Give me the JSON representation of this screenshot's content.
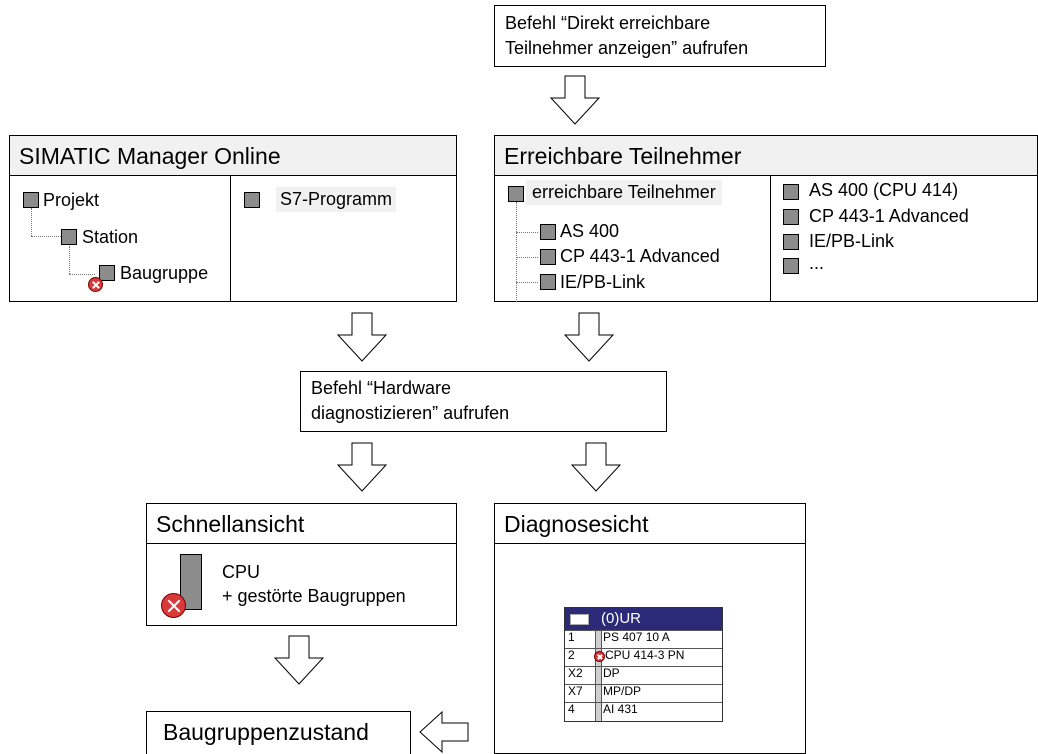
{
  "top_command": {
    "line1": "Befehl “Direkt erreichbare",
    "line2": "Teilnehmer anzeigen” aufrufen"
  },
  "simatic": {
    "title": "SIMATIC Manager Online",
    "tree": [
      "Projekt",
      "Station",
      "Baugruppe"
    ],
    "right": "S7-Programm"
  },
  "erreichbar": {
    "title": "Erreichbare Teilnehmer",
    "tree_root": "erreichbare Teilnehmer",
    "tree_items": [
      "AS 400",
      "CP 443-1 Advanced",
      "IE/PB-Link"
    ],
    "list": [
      "AS 400 (CPU 414)",
      "CP 443-1 Advanced",
      "IE/PB-Link",
      "..."
    ]
  },
  "mid_command": {
    "line1": "Befehl “Hardware",
    "line2": "diagnostizieren” aufrufen"
  },
  "schnell": {
    "title": "Schnellansicht",
    "cpu": "CPU",
    "faulty": "+ gestörte Baugruppen"
  },
  "diagnose": {
    "title": "Diagnosesicht",
    "rack_title": "(0)UR",
    "rack_rows": [
      {
        "slot": "1",
        "name": "PS 407 10 A"
      },
      {
        "slot": "2",
        "name": "CPU 414-3 PN"
      },
      {
        "slot": "X2",
        "name": "DP"
      },
      {
        "slot": "X7",
        "name": "MP/DP"
      },
      {
        "slot": "4",
        "name": "AI 431"
      }
    ]
  },
  "baugruppenzustand": "Baugruppenzustand"
}
